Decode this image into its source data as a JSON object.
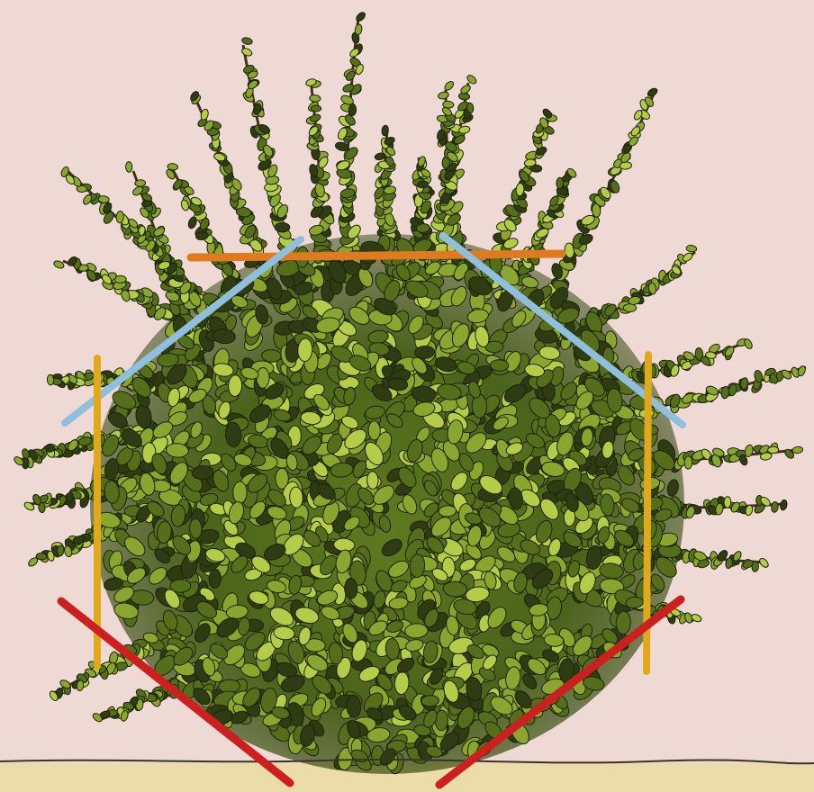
{
  "scene": {
    "subject": "shrub-illustration",
    "colors": {
      "background": "#eed9d4",
      "ground": "#e8d8a6",
      "ground_line": "#3a332c",
      "foliage_dark": "#2f3b12",
      "foliage_mid": "#556e1c",
      "foliage_light": "#8aa62e",
      "foliage_highlight": "#b4cc48",
      "stem": "#4b2e22",
      "leaf_outline": "#1c2408",
      "guide_top": "#e07a1f",
      "guide_upper_diagonals": "#8fbfdc",
      "guide_sides": "#e0a91c",
      "guide_lower_diagonals": "#cc1f1f"
    },
    "guides": [
      {
        "name": "top-horizontal-guide",
        "color_key": "guide_top"
      },
      {
        "name": "upper-left-diagonal-guide",
        "color_key": "guide_upper_diagonals"
      },
      {
        "name": "upper-right-diagonal-guide",
        "color_key": "guide_upper_diagonals"
      },
      {
        "name": "left-vertical-guide",
        "color_key": "guide_sides"
      },
      {
        "name": "right-vertical-guide",
        "color_key": "guide_sides"
      },
      {
        "name": "lower-left-diagonal-guide",
        "color_key": "guide_lower_diagonals"
      },
      {
        "name": "lower-right-diagonal-guide",
        "color_key": "guide_lower_diagonals"
      }
    ]
  }
}
